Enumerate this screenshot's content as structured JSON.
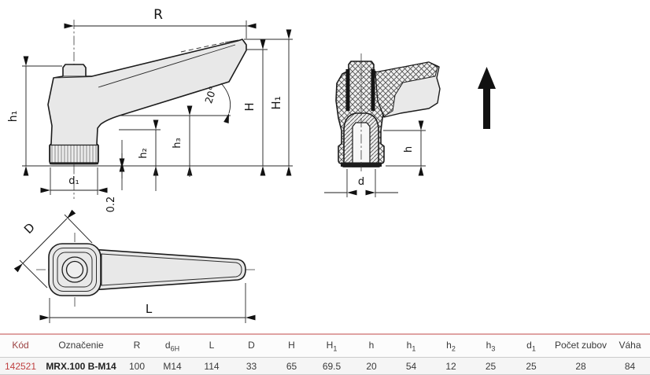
{
  "drawing": {
    "labels": {
      "R": "R",
      "h1": "h₁",
      "h2": "h₂",
      "h3": "h₃",
      "d1": "d₁",
      "gap": "0.2",
      "angle": "20°",
      "H": "H",
      "H1": "H₁",
      "D": "D",
      "L": "L",
      "d": "d",
      "h": "h"
    }
  },
  "table": {
    "columns": [
      {
        "text": "Kód"
      },
      {
        "text": "Označenie"
      },
      {
        "text": "R"
      },
      {
        "text": "d",
        "sub": "6H"
      },
      {
        "text": "L"
      },
      {
        "text": "D"
      },
      {
        "text": "H"
      },
      {
        "text": "H",
        "sub": "1"
      },
      {
        "text": "h"
      },
      {
        "text": "h",
        "sub": "1"
      },
      {
        "text": "h",
        "sub": "2"
      },
      {
        "text": "h",
        "sub": "3"
      },
      {
        "text": "d",
        "sub": "1"
      },
      {
        "text": "Počet zubov"
      },
      {
        "text": "Váha"
      }
    ],
    "row": [
      "142521",
      "MRX.100 B-M14",
      "100",
      "M14",
      "114",
      "33",
      "65",
      "69.5",
      "20",
      "54",
      "12",
      "25",
      "25",
      "28",
      "84"
    ]
  },
  "colors": {
    "accent_red": "#bf4040",
    "header_red": "#9c4242",
    "table_top_line": "#dfa3a3",
    "row_bg": "#f5f5f5",
    "border": "#cccccc"
  }
}
